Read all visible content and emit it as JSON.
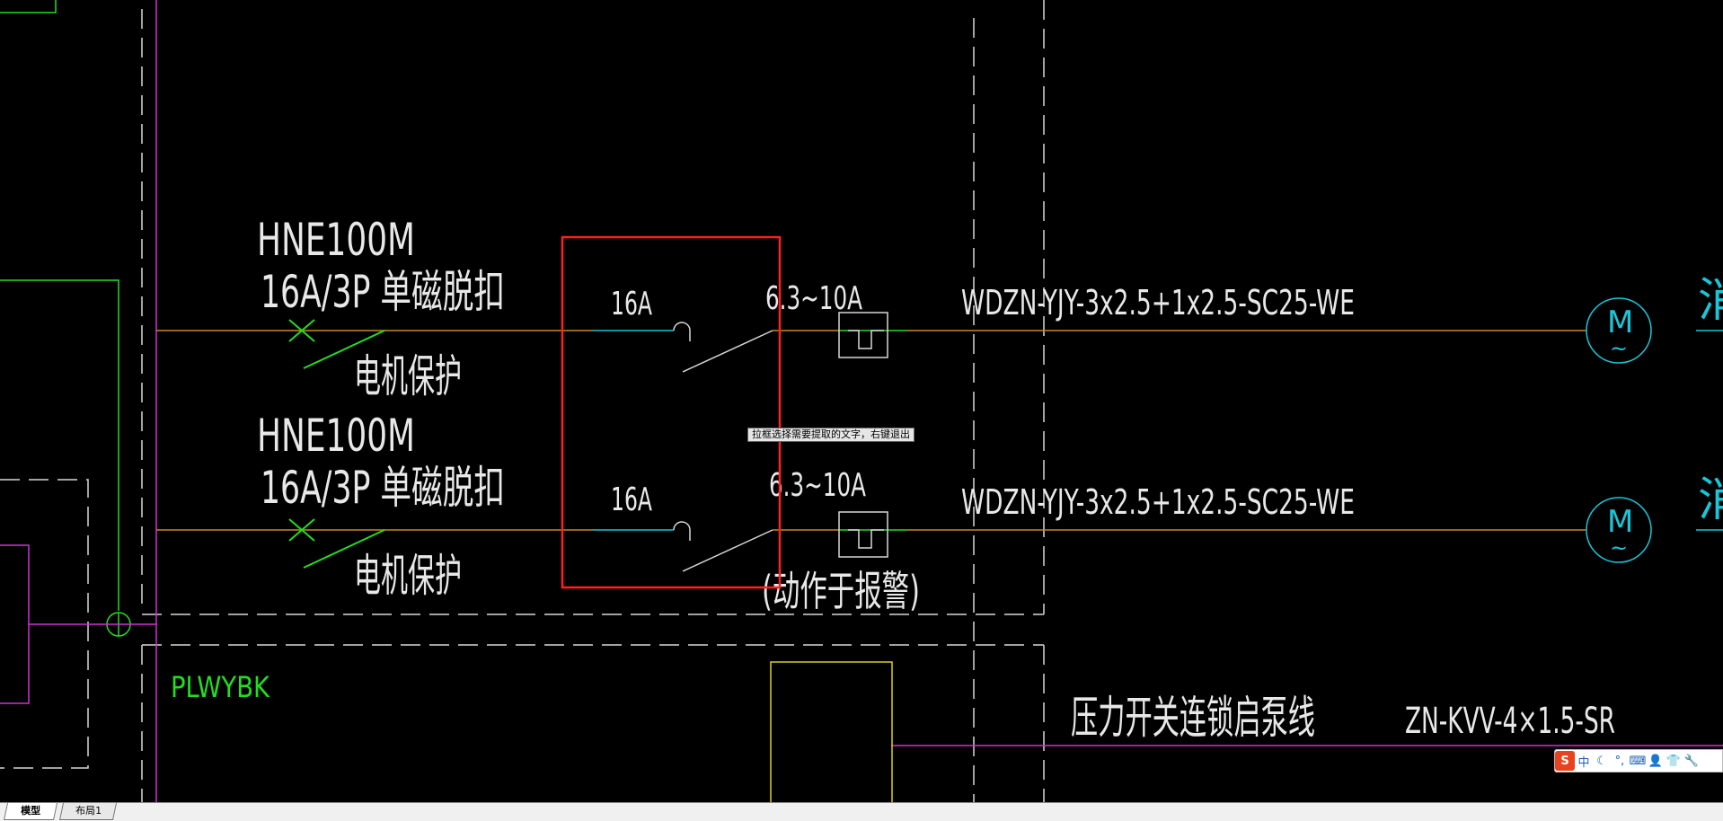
{
  "drawing": {
    "row1": {
      "breaker_model": "HNE100M",
      "breaker_rating": "16A/3P 单磁脱扣",
      "protection_label": "电机保护",
      "fuse_rating": "16A",
      "overload_range": "6.3~10A",
      "cable_spec": "WDZN-YJY-3x2.5+1x2.5-SC25-WE",
      "motor_symbol": "M",
      "motor_wave": "~",
      "cutoff_label": "消"
    },
    "row2": {
      "breaker_model": "HNE100M",
      "breaker_rating": "16A/3P 单磁脱扣",
      "protection_label": "电机保护",
      "fuse_rating": "16A",
      "overload_range": "6.3~10A",
      "alarm_note": "(动作于报警)",
      "cable_spec": "WDZN-YJY-3x2.5+1x2.5-SC25-WE",
      "motor_symbol": "M",
      "motor_wave": "~",
      "cutoff_label": "消"
    },
    "panel_label": "PLWYBK",
    "interlock_label": "压力开关连锁启泵线",
    "interlock_cable": "ZN-KVV-4×1.5-SR",
    "tooltip": "拉框选择需要提取的文字，右键退出"
  },
  "colors": {
    "background": "#000000",
    "bus_line": "#c8891a",
    "green": "#22dd22",
    "magenta": "#d030d0",
    "white": "#e8e8e8",
    "cyan": "#19c6d8",
    "yellow": "#d8d020",
    "selection": "#ff2020"
  },
  "tabs": [
    {
      "label": "模型",
      "active": true
    },
    {
      "label": "布局1",
      "active": false
    }
  ],
  "ime": {
    "logo": "S",
    "mode": "中",
    "icons": [
      "moon-icon",
      "punctuation-icon",
      "keyboard-icon",
      "user-icon",
      "shirt-icon",
      "wrench-icon"
    ]
  }
}
